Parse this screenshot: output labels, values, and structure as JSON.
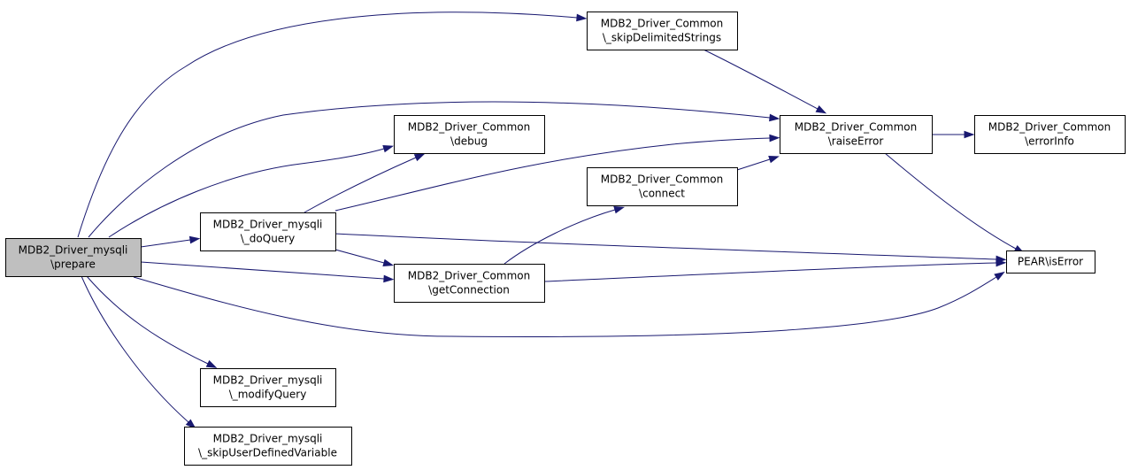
{
  "diagram": {
    "nodes": [
      {
        "id": "prepare",
        "lines": [
          "MDB2_Driver_mysqli",
          "\\prepare"
        ],
        "highlight": true
      },
      {
        "id": "skipDelimited",
        "lines": [
          "MDB2_Driver_Common",
          "\\_skipDelimitedStrings"
        ]
      },
      {
        "id": "debug",
        "lines": [
          "MDB2_Driver_Common",
          "\\debug"
        ]
      },
      {
        "id": "raiseError",
        "lines": [
          "MDB2_Driver_Common",
          "\\raiseError"
        ]
      },
      {
        "id": "errorInfo",
        "lines": [
          "MDB2_Driver_Common",
          "\\errorInfo"
        ]
      },
      {
        "id": "connect",
        "lines": [
          "MDB2_Driver_Common",
          "\\connect"
        ]
      },
      {
        "id": "doQuery",
        "lines": [
          "MDB2_Driver_mysqli",
          "\\_doQuery"
        ]
      },
      {
        "id": "getConnection",
        "lines": [
          "MDB2_Driver_Common",
          "\\getConnection"
        ]
      },
      {
        "id": "isError",
        "lines": [
          "PEAR\\isError"
        ]
      },
      {
        "id": "modifyQuery",
        "lines": [
          "MDB2_Driver_mysqli",
          "\\_modifyQuery"
        ]
      },
      {
        "id": "skipUserDefined",
        "lines": [
          "MDB2_Driver_mysqli",
          "\\_skipUserDefinedVariable"
        ]
      }
    ],
    "edges": [
      {
        "from": "prepare",
        "to": "skipDelimited"
      },
      {
        "from": "prepare",
        "to": "raiseError"
      },
      {
        "from": "prepare",
        "to": "debug"
      },
      {
        "from": "prepare",
        "to": "doQuery"
      },
      {
        "from": "prepare",
        "to": "getConnection"
      },
      {
        "from": "prepare",
        "to": "isError"
      },
      {
        "from": "prepare",
        "to": "modifyQuery"
      },
      {
        "from": "prepare",
        "to": "skipUserDefined"
      },
      {
        "from": "skipDelimited",
        "to": "raiseError"
      },
      {
        "from": "raiseError",
        "to": "errorInfo"
      },
      {
        "from": "raiseError",
        "to": "isError"
      },
      {
        "from": "doQuery",
        "to": "debug"
      },
      {
        "from": "doQuery",
        "to": "raiseError"
      },
      {
        "from": "doQuery",
        "to": "isError"
      },
      {
        "from": "doQuery",
        "to": "getConnection"
      },
      {
        "from": "connect",
        "to": "raiseError"
      },
      {
        "from": "getConnection",
        "to": "connect"
      },
      {
        "from": "getConnection",
        "to": "isError"
      }
    ]
  }
}
